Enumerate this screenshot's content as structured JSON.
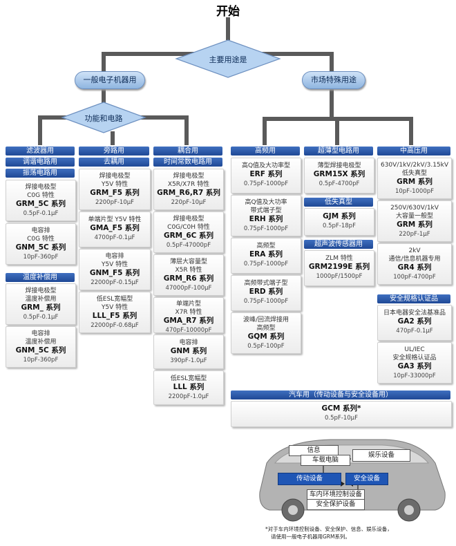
{
  "title": "开始",
  "decision_main": "主要用途是",
  "branch_general": "一般电子机器用",
  "branch_special": "市场特殊用途",
  "decision_func": "功能和电路",
  "col1": {
    "headers": [
      "滤波器用",
      "调谐电路用",
      "振荡电路用"
    ],
    "cards": [
      {
        "desc": [
          "焊接电极型",
          "C0G 特性"
        ],
        "name": "GRM_5C 系列",
        "range": "0.5pF-0.1μF"
      },
      {
        "desc": [
          "电容排",
          "C0G 特性"
        ],
        "name": "GNM_5C 系列",
        "range": "10pF-360pF"
      }
    ],
    "header2": "温度补偿用",
    "cards2": [
      {
        "desc": [
          "焊接电极型",
          "温度补偿用"
        ],
        "name": "GRM_ 系列",
        "range": "0.5pF-0.1μF"
      },
      {
        "desc": [
          "电容排",
          "温度补偿用"
        ],
        "name": "GNM_5C 系列",
        "range": "10pF-360pF"
      }
    ]
  },
  "col2": {
    "headers": [
      "旁路用",
      "去耦用"
    ],
    "cards": [
      {
        "desc": [
          "焊接电极型",
          "Y5V 特性"
        ],
        "name": "GRM_F5 系列",
        "range": "2200pF-10μF"
      },
      {
        "desc": [
          "单端片型 Y5V 特性"
        ],
        "name": "GMA_F5 系列",
        "range": "4700pF-0.1μF"
      },
      {
        "desc": [
          "电容排",
          "Y5V 特性"
        ],
        "name": "GNM_F5 系列",
        "range": "22000pF-0.15μF"
      },
      {
        "desc": [
          "低ESL宽幅型",
          "Y5V 特性"
        ],
        "name": "LLL_F5 系列",
        "range": "22000pF-0.68μF"
      }
    ]
  },
  "col3": {
    "headers": [
      "耦合用",
      "时间常数电路用"
    ],
    "cards": [
      {
        "desc": [
          "焊接电极型",
          "X5R/X7R 特性"
        ],
        "name": "GRM_R6,R7 系列",
        "range": "220pF-10μF"
      },
      {
        "desc": [
          "焊接电极型",
          "C0G/C0H 特性"
        ],
        "name": "GRM_6C 系列",
        "range": "0.5pF-47000pF"
      },
      {
        "desc": [
          "薄层大容量型",
          "X5R 特性"
        ],
        "name": "GRM_R6 系列",
        "range": "47000pF-100μF"
      },
      {
        "desc": [
          "单端片型",
          "X7R 特性"
        ],
        "name": "GMA_R7 系列",
        "range": "470pF-10000pF"
      },
      {
        "desc": [
          "电容排"
        ],
        "name": "GNM 系列",
        "range": "390pF-1.0μF"
      },
      {
        "desc": [
          "低ESL宽幅型"
        ],
        "name": "LLL 系列",
        "range": "2200pF-1.0μF"
      }
    ]
  },
  "col4": {
    "header": "高频用",
    "cards": [
      {
        "desc": [
          "高Q值及大功率型"
        ],
        "name": "ERF 系列",
        "range": "0.75pF-1000pF"
      },
      {
        "desc": [
          "高Q值及大功率",
          "带式端子型"
        ],
        "name": "ERH 系列",
        "range": "0.75pF-1000pF"
      },
      {
        "desc": [
          "高频型"
        ],
        "name": "ERA 系列",
        "range": "0.75pF-1000pF"
      },
      {
        "desc": [
          "高频带式端子型"
        ],
        "name": "ERD 系列",
        "range": "0.75pF-1000pF"
      },
      {
        "desc": [
          "波峰/回流焊接用",
          "高频型"
        ],
        "name": "GQM 系列",
        "range": "0.5pF-100pF"
      }
    ]
  },
  "col5": {
    "header": "超薄型电路用",
    "card": {
      "desc": [
        "薄型焊接电极型"
      ],
      "name": "GRM15X 系列",
      "range": "0.5pF-4700pF"
    },
    "header2": "低失真型",
    "card2": {
      "desc": [],
      "name": "GJM 系列",
      "range": "0.5pF-18pF"
    },
    "header3": "超声波传感器用",
    "card3": {
      "desc": [
        "ZLM 特性"
      ],
      "name": "GRM2199E 系列",
      "range": "1000pF/1500pF"
    }
  },
  "col6": {
    "header": "中高压用",
    "cards": [
      {
        "desc": [
          "630V/1kV/2kV/3.15kV",
          "低失真型"
        ],
        "name": "GRM 系列",
        "range": "10pF-1000pF"
      },
      {
        "desc": [
          "250V/630V/1kV",
          "大容量一般型"
        ],
        "name": "GRM 系列",
        "range": "220pF-1μF"
      },
      {
        "desc": [
          "2kV",
          "通信/信息机器专用"
        ],
        "name": "GR4 系列",
        "range": "100pF-4700pF"
      }
    ],
    "header2": "安全规格认证品",
    "cards2": [
      {
        "desc": [
          "日本电器安全法基准品"
        ],
        "name": "GA2 系列",
        "range": "470pF-0.1μF"
      },
      {
        "desc": [
          "UL/IEC",
          "安全规格认证品"
        ],
        "name": "GA3 系列",
        "range": "10pF-33000pF"
      }
    ]
  },
  "auto": {
    "header": "汽车用（传动设备与安全设备用）",
    "name": "GCM 系列*",
    "range": "0.5pF-10μF"
  },
  "car": {
    "info": "信息",
    "pc": "车载电脑",
    "ent": "娱乐设备",
    "drive": "传动设备",
    "safety": "安全设备",
    "env": "车内环境控制设备",
    "protect": "安全保护设备"
  },
  "footnote": [
    "*对于车内环境控制设备、安全保护、信息、娱乐设备，",
    "请使用一般电子机器用GRM系列。"
  ]
}
